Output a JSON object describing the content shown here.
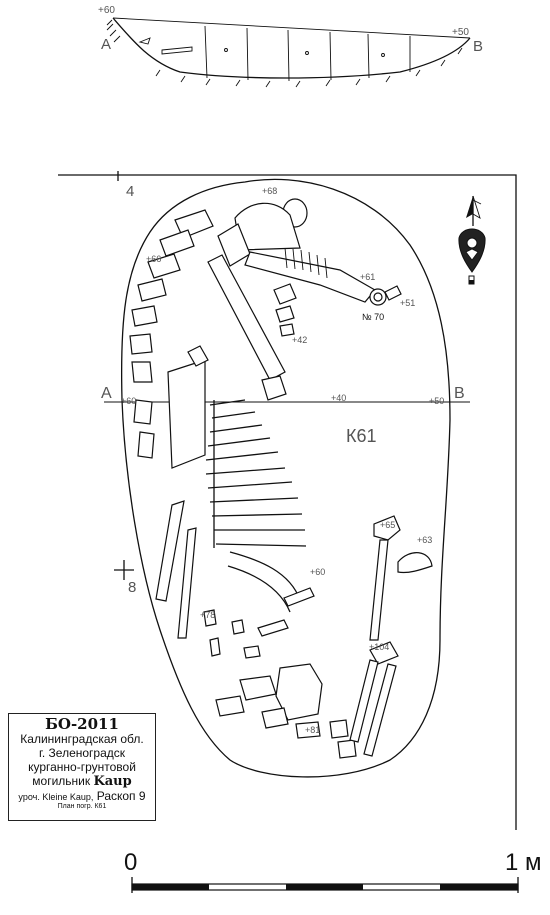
{
  "section": {
    "left_point": "A",
    "right_point": "B",
    "left_height": "+60",
    "right_height": "+50"
  },
  "plan": {
    "square_labels": [
      "4",
      "8"
    ],
    "axis_left": "A",
    "axis_right": "B",
    "grave_id": "К61",
    "find_number": "№ 70",
    "heights": [
      "+68",
      "+66",
      "+61",
      "+51",
      "+42",
      "+60",
      "+40",
      "+50",
      "+65",
      "+63",
      "+60",
      "+78",
      "+104",
      "+81"
    ]
  },
  "legend": {
    "code": "БО-2011",
    "region": "Калининградская обл.",
    "town": "г. Зеленоградск",
    "type_line": "курганно-грунтовой",
    "site_prefix": "могильник",
    "site_name": "Kaup",
    "locality_prefix": "уроч. Kleine Kaup,",
    "excavation": "Раскоп 9",
    "caption": "План погр. К61"
  },
  "scale": {
    "start_label": "0",
    "end_label": "1 м"
  },
  "icons": [
    "north-arrow-icon",
    "brooch-icon"
  ],
  "colors": {
    "ink": "#111111",
    "label_grey": "#555555",
    "background": "#ffffff"
  }
}
